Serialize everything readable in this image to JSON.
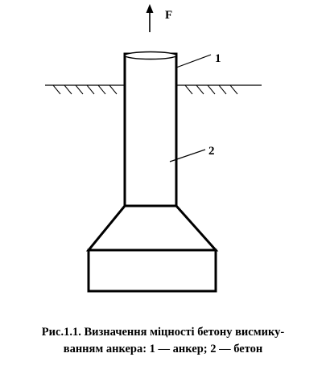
{
  "figure": {
    "force_label": "F",
    "anchor_callout": "1",
    "concrete_callout": "2"
  },
  "caption": {
    "line1": "Рис.1.1. Визначення міцності бетону висмику-",
    "line2": "ванням анкера: 1 — анкер; 2 — бетон"
  }
}
